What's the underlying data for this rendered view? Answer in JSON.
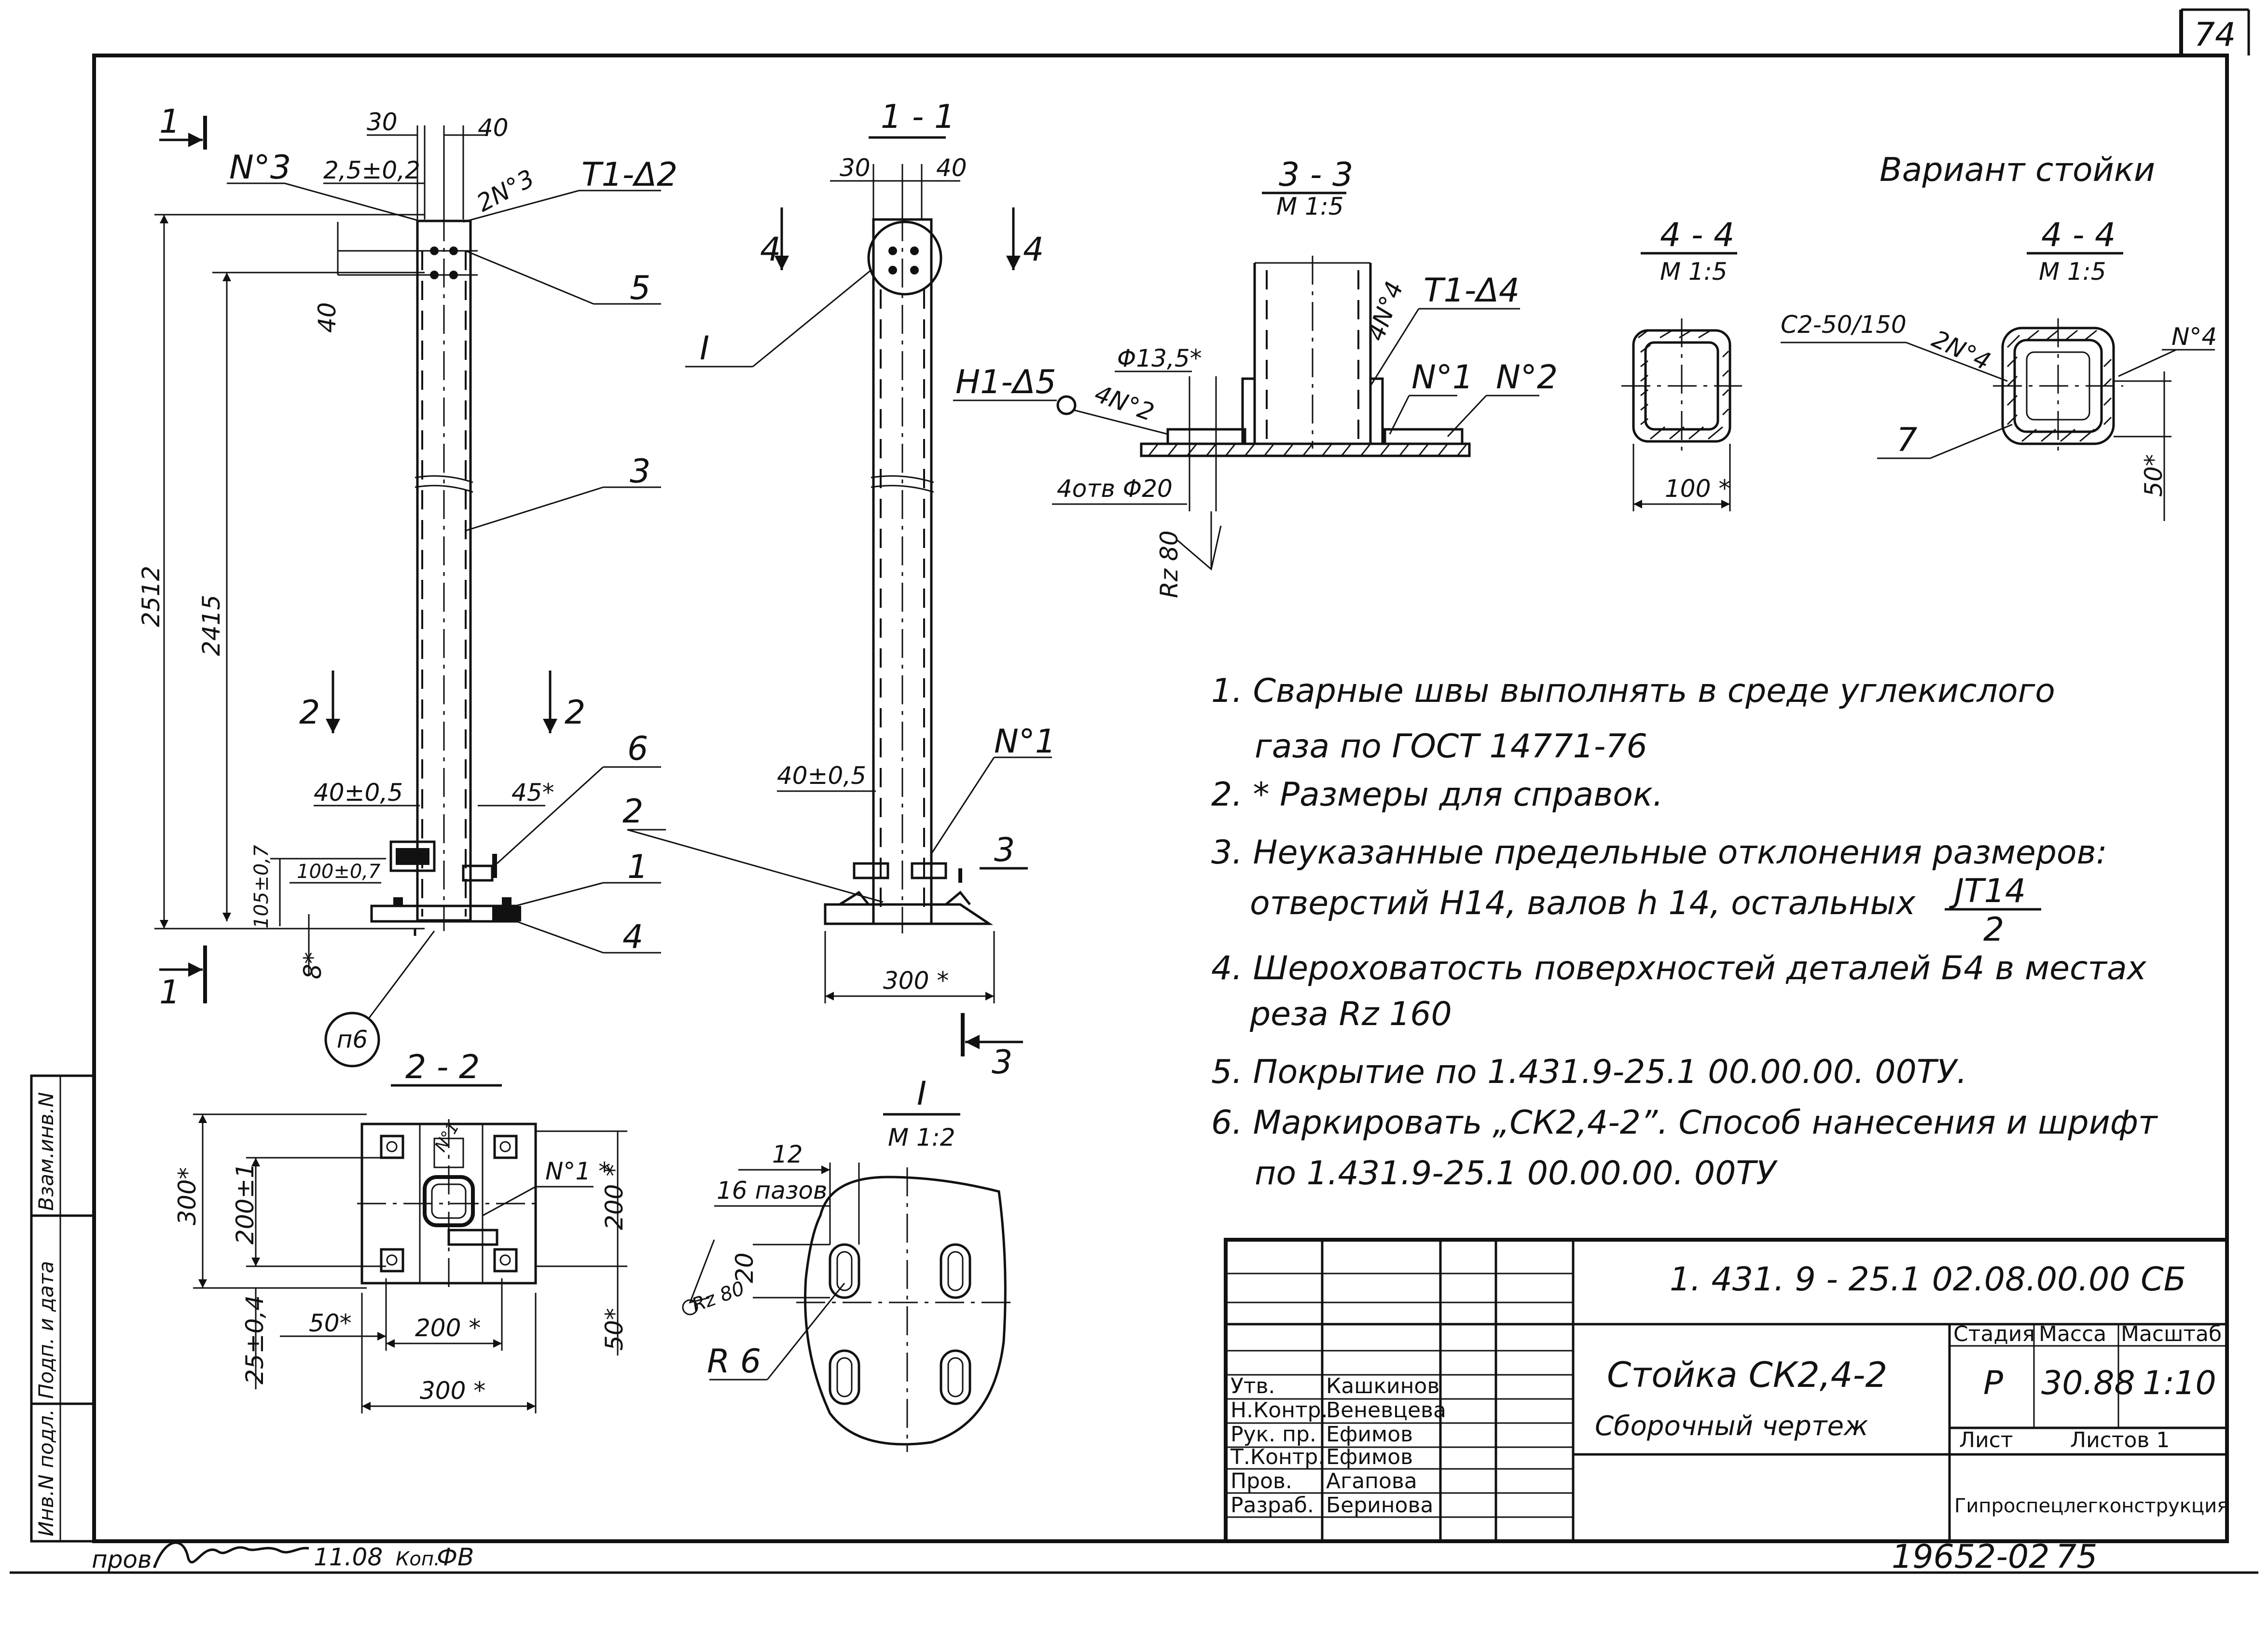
{
  "sheet": {
    "page_number": "74",
    "bottom_page": "75",
    "archive_no": "19652-02",
    "check_stamp": "пров.",
    "check_date": "11.08",
    "copy_label": "Коп.",
    "copy_initials": "ФВ"
  },
  "side_stamp": {
    "inv_orig": "Инв.N подл.",
    "sign_date": "Подп. и дата",
    "replace_inv": "Взам.инв.N"
  },
  "views": {
    "front": {
      "section_mark": "1",
      "dims": {
        "d30": "30",
        "d40": "40",
        "d25": "2,5±0,2",
        "d40b": "40",
        "d2512": "2512",
        "d2415": "2415",
        "d40_05": "40±0,5",
        "d45": "45*",
        "d100_07": "100±0,7",
        "d105": "105±0,7",
        "d8": "8*"
      },
      "labels": {
        "n3": "N°3",
        "n3b": "2N°3",
        "weld": "Т1-Δ2",
        "p5": "5",
        "p3": "3",
        "p6": "6",
        "p1": "1",
        "p4": "4",
        "sec2": "2",
        "p6circle": "п6"
      }
    },
    "side": {
      "title": "1 - 1",
      "dims": {
        "d30": "30",
        "d40": "40",
        "d40_05": "40±0,5",
        "d300": "300 *"
      },
      "labels": {
        "sec4": "4",
        "detail": "I",
        "n1": "N°1",
        "p2": "2",
        "sec3": "3"
      }
    },
    "sec33": {
      "title": "3 - 3",
      "scale": "M 1:5",
      "labels": {
        "weld_t": "Т1-Δ4",
        "weld_t2": "4N°4",
        "n1": "N°1",
        "n2": "N°2",
        "weld_h": "Н1-Δ5",
        "weld_h2": "4N°2",
        "phi": "Φ13,5*",
        "holes": "4отв Φ20",
        "rz": "Rz 80"
      }
    },
    "sec44a": {
      "title": "4 - 4",
      "scale": "M 1:5",
      "dim": "100 *"
    },
    "sec44b": {
      "variant": "Вариант стойки",
      "title": "4 - 4",
      "scale": "M 1:5",
      "labels": {
        "weld": "С2-50/150",
        "n4a": "2N°4",
        "n4b": "N°4",
        "p7": "7",
        "dim": "50*"
      }
    },
    "sec22": {
      "title": "2 - 2",
      "dims": {
        "d300v": "300*",
        "d200v": "200±1",
        "d25": "25±0,4",
        "d50": "50*",
        "d200": "200 *",
        "d300": "300 *",
        "d200r": "200 *",
        "d50r": "50*"
      },
      "labels": {
        "n1": "N°1",
        "n1b": "N°1 *"
      }
    },
    "detailI": {
      "title": "I",
      "scale": "M 1:2",
      "dims": {
        "d12": "12",
        "slots": "16 пазов",
        "d20": "20",
        "rz": "Rz 80",
        "r6": "R 6"
      }
    }
  },
  "notes": [
    "1. Сварные швы выполнять в среде углекислого",
    "газа по ГОСТ 14771-76",
    "2. * Размеры для справок.",
    "3. Неуказанные предельные отклонения размеров:",
    "отверстий Н14, валов h 14, остальных",
    "4. Шероховатость поверхностей деталей Б4 в местах",
    "реза Rz 160",
    "5. Покрытие по 1.431.9-25.1 00.00.00. 00ТУ.",
    "6. Маркировать „СК2,4-2”. Способ нанесения и шрифт",
    "по 1.431.9-25.1 00.00.00. 00ТУ"
  ],
  "tolerance": {
    "num": "JT14",
    "den": "2"
  },
  "title_block": {
    "doc_code": "1. 431. 9 - 25.1   02.08.00.00 СБ",
    "name": "Стойка СК2,4-2",
    "subtitle": "Сборочный чертеж",
    "col_stage": "Стадия",
    "col_mass": "Масса",
    "col_scale": "Масштаб",
    "stage": "Р",
    "mass": "30.88",
    "scale": "1:10",
    "sheet_label": "Лист",
    "sheets_label": "Листов 1",
    "org": "Гипроспецлегконструкция",
    "roles": [
      {
        "role": "Утв.",
        "name": "Кашкинов"
      },
      {
        "role": "Н.Контр.",
        "name": "Веневцева"
      },
      {
        "role": "Рук. пр.",
        "name": "Ефимов"
      },
      {
        "role": "Т.Контр.",
        "name": "Ефимов"
      },
      {
        "role": "Пров.",
        "name": "Агапова"
      },
      {
        "role": "Разраб.",
        "name": "Беринова"
      }
    ]
  }
}
